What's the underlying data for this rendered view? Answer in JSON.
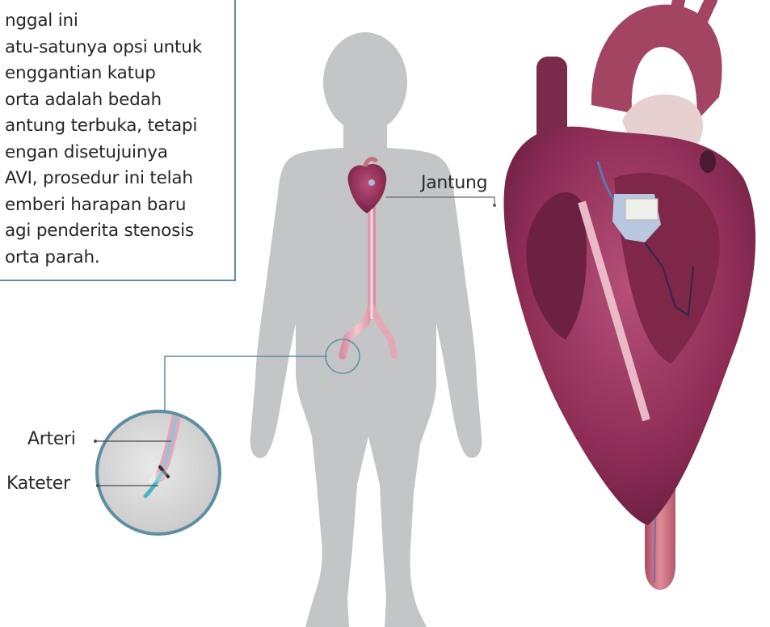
{
  "info_text": [
    "nggal ini",
    "atu-satunya opsi untuk",
    "enggantian katup",
    "orta adalah bedah",
    "antung terbuka, tetapi",
    "engan disetujuinya",
    "AVI, prosedur ini telah",
    "emberi harapan baru",
    "agi penderita stenosis",
    "orta parah."
  ],
  "labels": {
    "heart": "Jantung",
    "artery": "Arteri",
    "catheter": "Kateter"
  },
  "colors": {
    "accent": "#5f8ea3",
    "body": "#c3c5c6",
    "heart": "#8a2a4e",
    "aorta": "#c7707f",
    "vessel": "#e7a6b7",
    "catheter": "#4bb3c0"
  }
}
